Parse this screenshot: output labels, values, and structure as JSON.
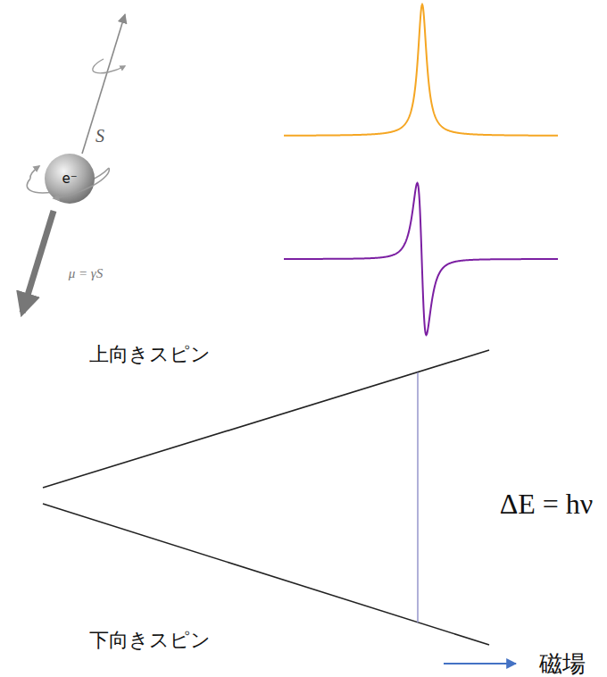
{
  "diagram": {
    "labels": [
      "S",
      "e⁻",
      "μ = γS",
      "上向きスピン",
      "下向きスピン",
      "ΔE = hν",
      "磁場"
    ]
  }
}
